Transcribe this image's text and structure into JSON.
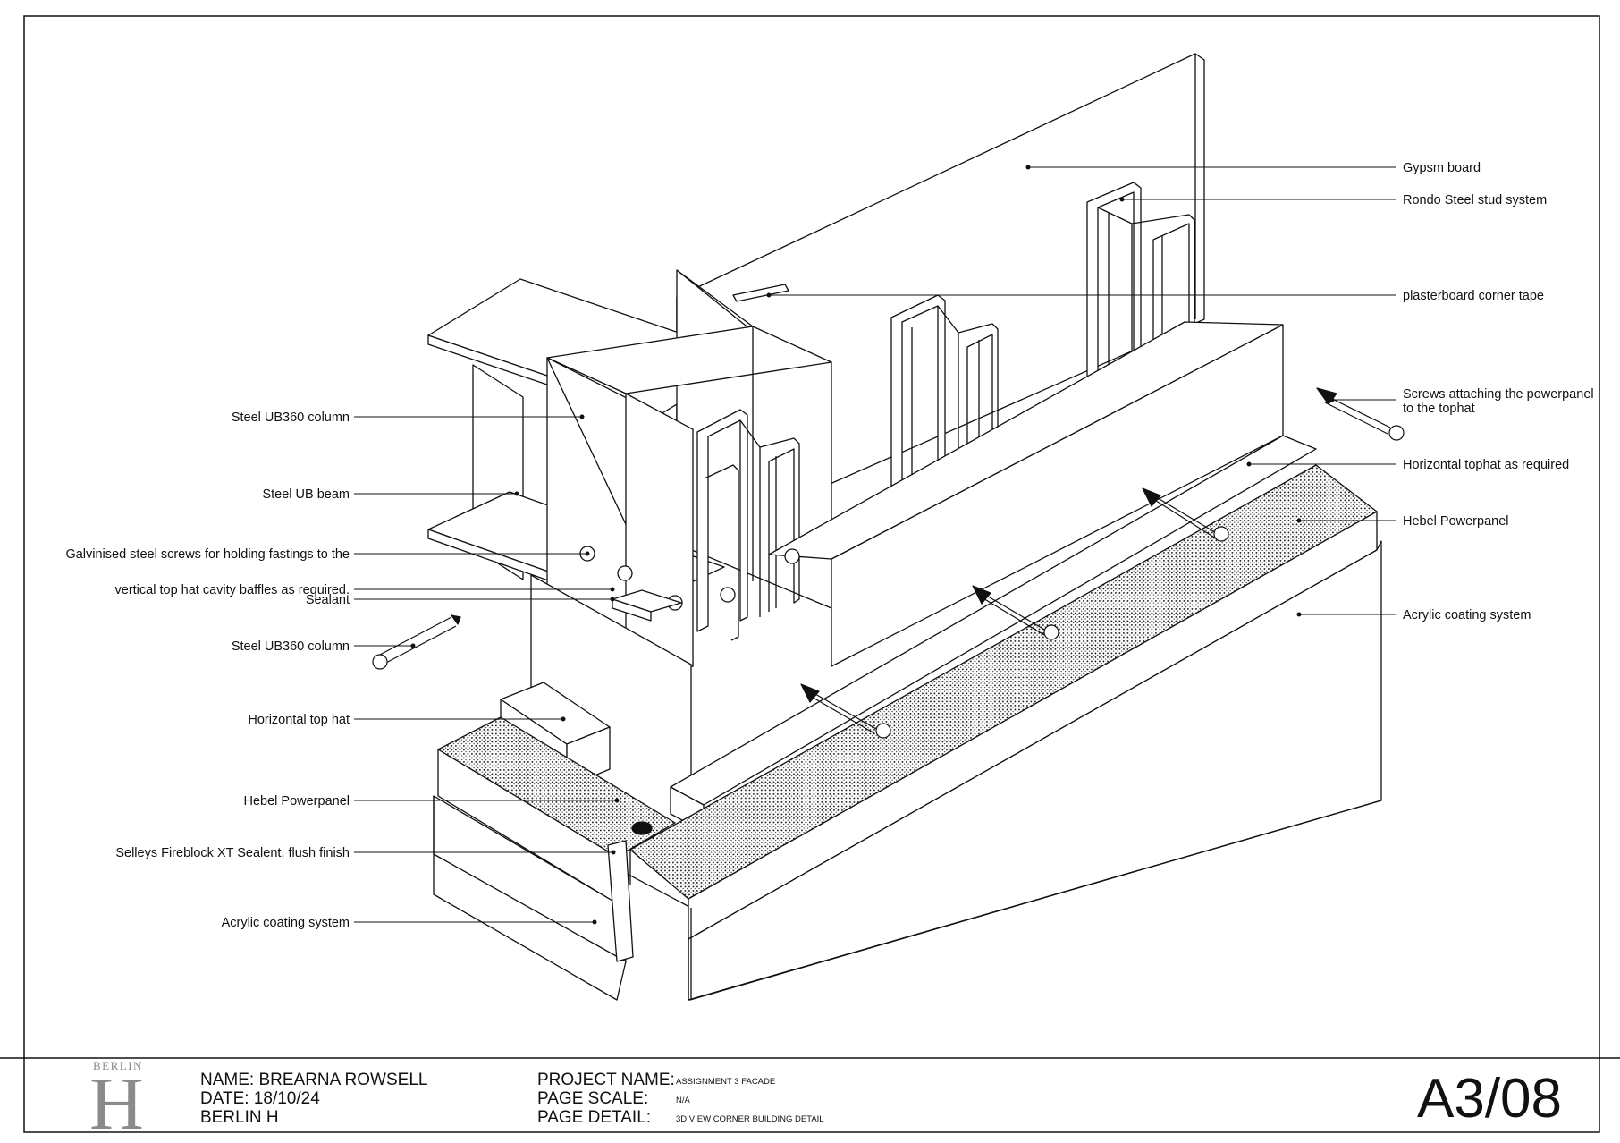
{
  "drawing": {
    "labels_left": {
      "steel_ub360_column_1": "Steel UB360 column",
      "steel_ub_beam": "Steel UB beam",
      "galvanised_screws": "Galvinised steel screws for holding fastings to the",
      "cavity_baffles": "vertical top hat cavity baffles as required.",
      "sealant": "Sealant",
      "steel_ub360_column_2": "Steel UB360 column",
      "horizontal_top_hat": "Horizontal top hat",
      "hebel_powerpanel": "Hebel Powerpanel",
      "selleys_sealant": "Selleys Fireblock XT Sealent, flush finish",
      "acrylic_coating": "Acrylic coating system"
    },
    "labels_right": {
      "gypsum_board": "Gypsm board",
      "rondo_stud": "Rondo Steel stud system",
      "corner_tape": "plasterboard corner tape",
      "screws_line1": "Screws attaching the powerpanel",
      "screws_line2": "to the tophat",
      "horizontal_tophat": "Horizontal tophat as required",
      "hebel_powerpanel": "Hebel Powerpanel",
      "acrylic_coating": "Acrylic coating system"
    }
  },
  "title_block": {
    "logo_small": "BERLIN",
    "logo_big": "H",
    "name": "NAME: BREARNA ROWSELL",
    "date": "DATE: 18/10/24",
    "company": "BERLIN H",
    "project_name_label": "PROJECT NAME:",
    "project_name_value": "ASSIGNMENT 3 FACADE",
    "page_scale_label": "PAGE SCALE:",
    "page_scale_value": "N/A",
    "page_detail_label": "PAGE DETAIL:",
    "page_detail_value": "3D VIEW CORNER BUILDING DETAIL",
    "sheet_number": "A3/08"
  },
  "colors": {
    "line": "#111111",
    "logo": "#8a8a8a",
    "background": "#ffffff"
  }
}
